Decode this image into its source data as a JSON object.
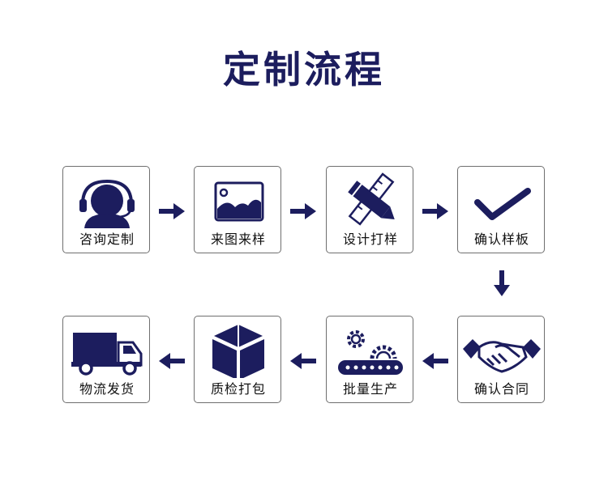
{
  "title": "定制流程",
  "colors": {
    "navy": "#1c1d5e",
    "border": "#6f6f6f"
  },
  "steps": [
    {
      "label": "咨询定制",
      "icon": "headset-agent-icon"
    },
    {
      "label": "来图来样",
      "icon": "image-icon"
    },
    {
      "label": "设计打样",
      "icon": "pencil-ruler-icon"
    },
    {
      "label": "确认样板",
      "icon": "checkmark-icon"
    },
    {
      "label": "确认合同",
      "icon": "handshake-icon"
    },
    {
      "label": "批量生产",
      "icon": "gears-conveyor-icon"
    },
    {
      "label": "质检打包",
      "icon": "box-icon"
    },
    {
      "label": "物流发货",
      "icon": "truck-icon"
    }
  ]
}
